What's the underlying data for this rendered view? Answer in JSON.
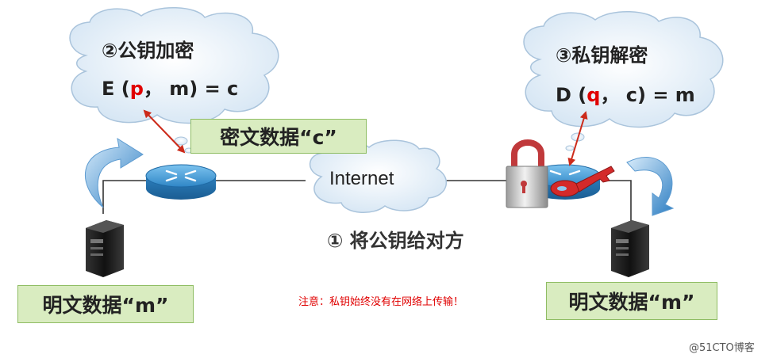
{
  "encrypt_cloud": {
    "title": "②公钥加密",
    "formula": {
      "prefix": "E (",
      "key": "p",
      "rest": "， m) = c"
    }
  },
  "decrypt_cloud": {
    "title": "③私钥解密",
    "formula": {
      "prefix": "D (",
      "key": "q",
      "rest": "， c) = m"
    }
  },
  "ciphertext_label": "密文数据“c”",
  "internet_label": "Internet",
  "step1_label": "① 将公钥给对方",
  "plaintext_left": "明文数据“m”",
  "plaintext_right": "明文数据“m”",
  "note": "注意：私钥始终没有在网络上传输！",
  "watermark": "@51CTO博客",
  "colors": {
    "key_red": "#e00000",
    "router_blue": "#3a8fcf",
    "label_green": "#d9ecc0"
  }
}
